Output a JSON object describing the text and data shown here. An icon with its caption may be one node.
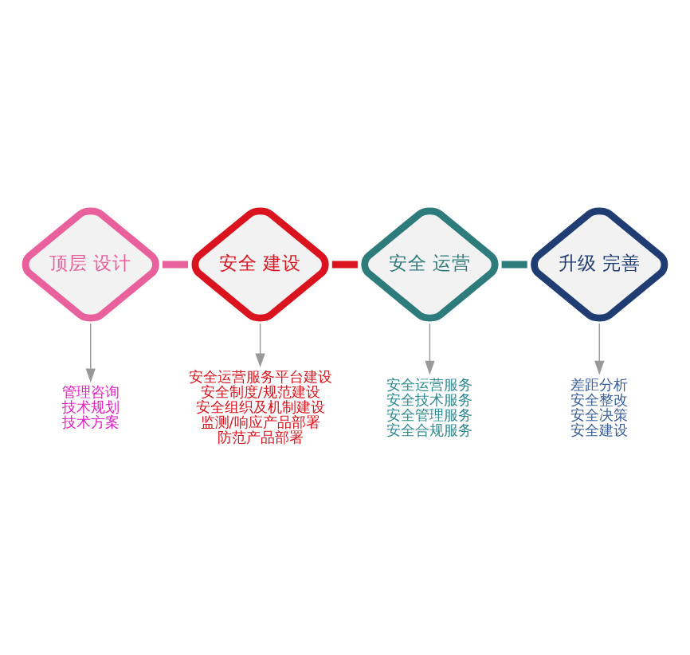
{
  "diagram": {
    "nodes": [
      {
        "text": [
          "安全运营服务平台建设",
          "安全制度/规范建设",
          "安全组织及机制建设",
          "监测/响应产品部署",
          "防范产品部署"
        ]
      },
      {
        "text": [
          "安全 建设"
        ]
      },
      {
        "text": [
          "差距分析",
          "安全整改",
          "安全决策",
          "安全建设"
        ]
      },
      {
        "text": [
          "升级 完善"
        ]
      },
      {
        "text": [
          "顶层 设计"
        ]
      },
      {
        "text": [
          "安全 运营"
        ]
      },
      {
        "text": [
          "管理咨询",
          "技术规划",
          "技术方案"
        ]
      },
      {
        "text": [
          "安全运营服务",
          "安全技术服务",
          "安全管理服务",
          "安全合规服务"
        ]
      }
    ],
    "edges": [
      {
        "from": 4,
        "to": 1,
        "arrow": "none",
        "style": "thick",
        "color": "#e8609c"
      },
      {
        "from": 1,
        "to": 5,
        "arrow": "none",
        "style": "thick",
        "color": "#d9141e"
      },
      {
        "from": 5,
        "to": 3,
        "arrow": "none",
        "style": "thick",
        "color": "#2e7b7b"
      },
      {
        "from": 1,
        "to": 0,
        "arrow": "to"
      },
      {
        "from": 3,
        "to": 2,
        "arrow": "to"
      },
      {
        "from": 4,
        "to": 6,
        "arrow": "to"
      },
      {
        "from": 5,
        "to": 7,
        "arrow": "to"
      }
    ]
  }
}
